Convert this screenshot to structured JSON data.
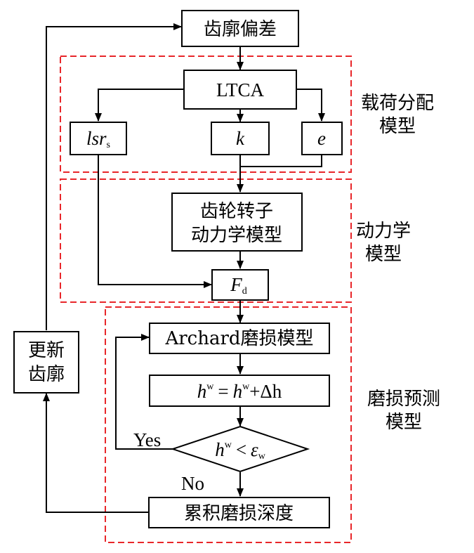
{
  "nodes": {
    "tooth_deviation": "齿廓偏差",
    "ltca": "LTCA",
    "lsr_main": "lsr",
    "lsr_sub": "s",
    "k": "k",
    "e": "e",
    "gear_rotor_line1": "齿轮转子",
    "gear_rotor_line2": "动力学模型",
    "fd_main": "F",
    "fd_sub": "d",
    "archard": "Archard磨损模型",
    "update_main": "h",
    "update_sup": "w",
    "update_eq": "=",
    "update_rhs_main": "h",
    "update_rhs_sup": "w",
    "update_tail": "+Δh",
    "cond_main": "h",
    "cond_sup": "w",
    "cond_lt": "<",
    "cond_eps": "ε",
    "cond_eps_sub": "w",
    "cumulative": "累积磨损深度",
    "update_profile_line1": "更新",
    "update_profile_line2": "齿廓"
  },
  "groups": {
    "load_line1": "载荷分配",
    "load_line2": "模型",
    "dyn_line1": "动力学",
    "dyn_line2": "模型",
    "wear_line1": "磨损预测",
    "wear_line2": "模型"
  },
  "edges": {
    "yes": "Yes",
    "no": "No"
  },
  "colors": {
    "group_border": "#e8262a",
    "line": "#000000"
  }
}
